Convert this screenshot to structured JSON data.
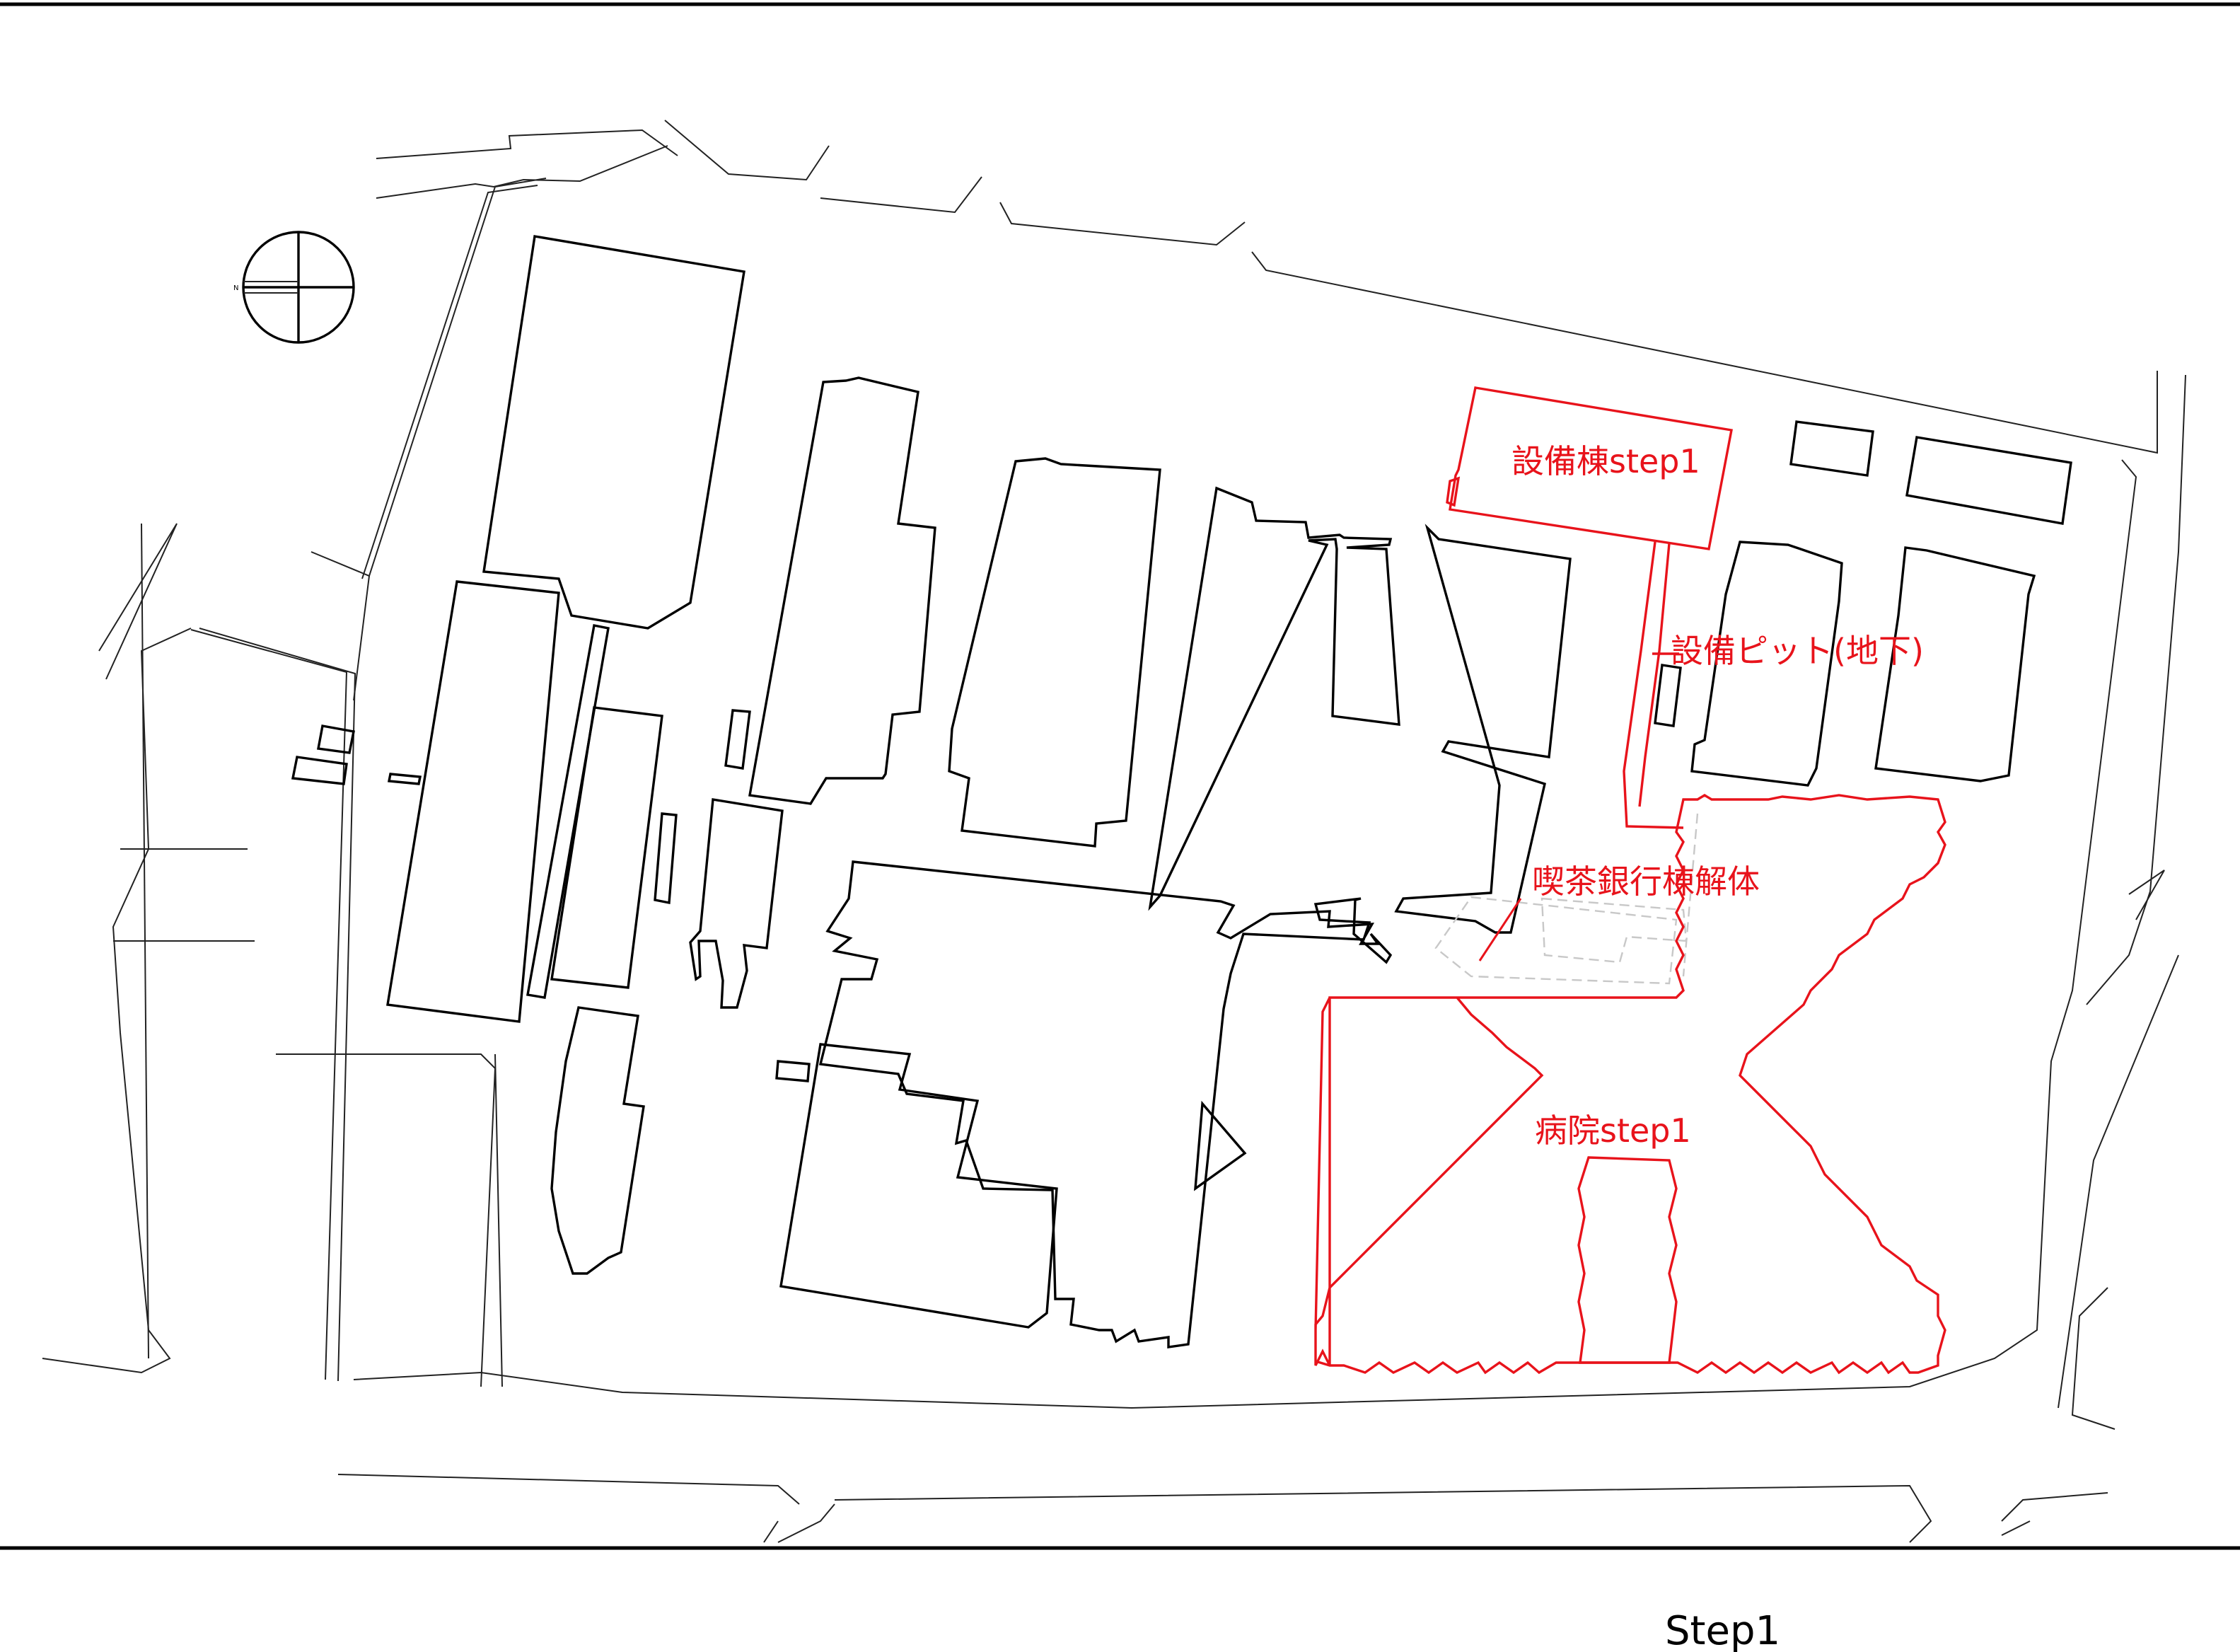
{
  "labels": {
    "equipment_building": "設備棟step1",
    "equipment_pit": "設備ピット(地下)",
    "cafe_bank_demolition": "喫茶銀行棟解体",
    "hospital": "病院step1"
  },
  "caption": "Step1",
  "north_label": "N",
  "colors": {
    "existing": "#000000",
    "new_construction": "#e8131b",
    "demolished": "#c8c8c8"
  }
}
